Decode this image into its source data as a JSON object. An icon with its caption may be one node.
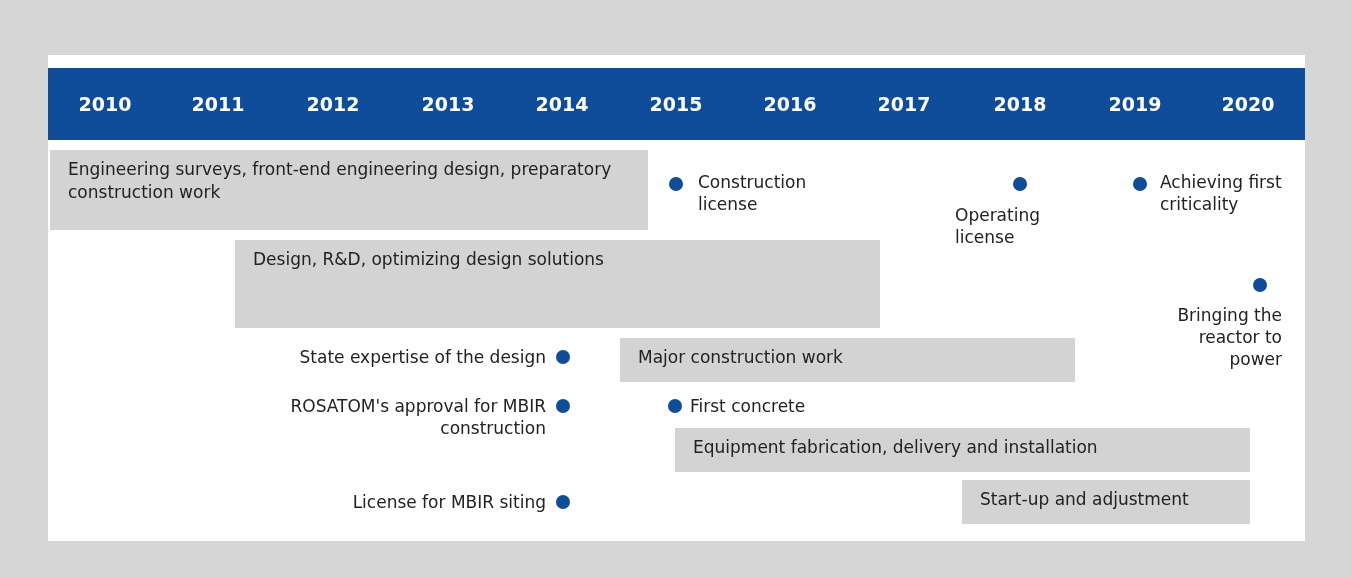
{
  "diagram": {
    "nodes": [
      {
        "text": [
          "Engineering surveys, front-end engineering design, preparatory construction work"
        ]
      },
      {
        "text": [
          "Construction license"
        ]
      },
      {
        "text": [
          "Operating license"
        ]
      },
      {
        "text": [
          "Achieving first criticality"
        ]
      },
      {
        "text": [
          "Design, R&D, optimizing design solutions"
        ]
      },
      {
        "text": [
          "Bringing the reactor to power"
        ]
      },
      {
        "text": [
          "State expertise of the design"
        ]
      },
      {
        "text": [
          "Major construction work"
        ]
      },
      {
        "text": [
          "ROSATOM's approval for MBIR construction"
        ]
      },
      {
        "text": [
          "First concrete"
        ]
      },
      {
        "text": [
          "Equipment fabrication, delivery and installation"
        ]
      },
      {
        "text": [
          "License for MBIR siting"
        ]
      },
      {
        "text": [
          "Start-up and adjustment"
        ]
      }
    ],
    "labels": [
      "2010",
      "2011",
      "2012",
      "2013",
      "2014",
      "2015",
      "2016",
      "2017",
      "2018",
      "2019",
      "2020"
    ]
  }
}
